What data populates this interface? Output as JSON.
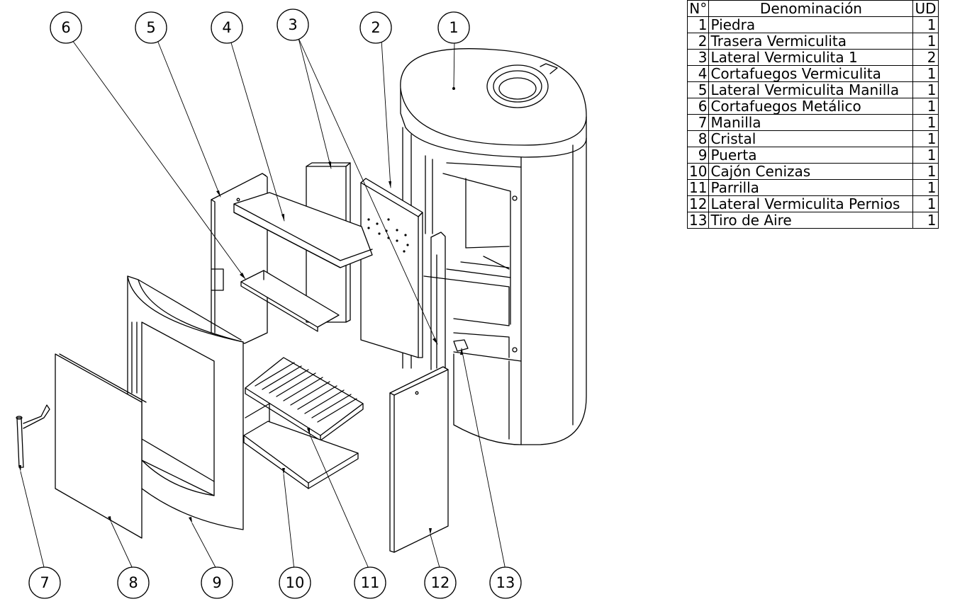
{
  "table": {
    "headers": {
      "num": "N°",
      "name": "Denominación",
      "qty": "UD"
    },
    "rows": [
      {
        "num": "1",
        "name": "Piedra",
        "qty": "1"
      },
      {
        "num": "2",
        "name": "Trasera Vermiculita",
        "qty": "1"
      },
      {
        "num": "3",
        "name": "Lateral Vermiculita 1",
        "qty": "2"
      },
      {
        "num": "4",
        "name": "Cortafuegos Vermiculita",
        "qty": "1"
      },
      {
        "num": "5",
        "name": "Lateral Vermiculita Manilla",
        "qty": "1"
      },
      {
        "num": "6",
        "name": "Cortafuegos Metálico",
        "qty": "1"
      },
      {
        "num": "7",
        "name": "Manilla",
        "qty": "1"
      },
      {
        "num": "8",
        "name": "Cristal",
        "qty": "1"
      },
      {
        "num": "9",
        "name": "Puerta",
        "qty": "1"
      },
      {
        "num": "10",
        "name": "Cajón Cenizas",
        "qty": "1"
      },
      {
        "num": "11",
        "name": "Parrilla",
        "qty": "1"
      },
      {
        "num": "12",
        "name": "Lateral Vermiculita Pernios",
        "qty": "1"
      },
      {
        "num": "13",
        "name": "Tiro de Aire",
        "qty": "1"
      }
    ]
  },
  "callouts": {
    "top": [
      "6",
      "5",
      "4",
      "3",
      "2",
      "1"
    ],
    "bottom": [
      "7",
      "8",
      "9",
      "10",
      "11",
      "12",
      "13"
    ]
  }
}
